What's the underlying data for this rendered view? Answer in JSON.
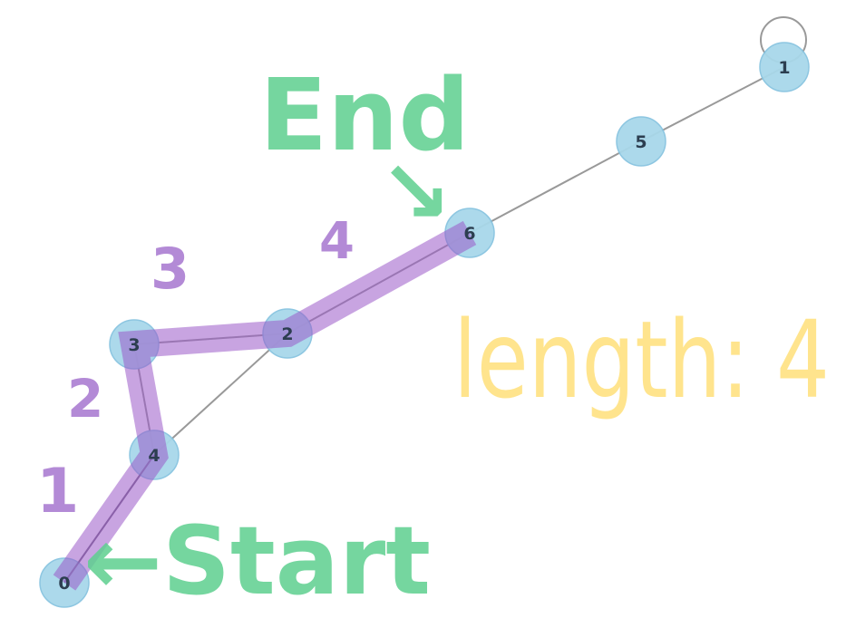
{
  "graph": {
    "nodes": [
      {
        "id": "0",
        "label": "0"
      },
      {
        "id": "4",
        "label": "4"
      },
      {
        "id": "3",
        "label": "3"
      },
      {
        "id": "2",
        "label": "2"
      },
      {
        "id": "6",
        "label": "6"
      },
      {
        "id": "5",
        "label": "5"
      },
      {
        "id": "1",
        "label": "1"
      }
    ],
    "edges": [
      [
        "0",
        "4"
      ],
      [
        "4",
        "3"
      ],
      [
        "3",
        "2"
      ],
      [
        "4",
        "2"
      ],
      [
        "2",
        "6"
      ],
      [
        "6",
        "5"
      ],
      [
        "5",
        "1"
      ],
      [
        "1",
        "1"
      ]
    ],
    "path": [
      "0",
      "4",
      "3",
      "2",
      "6"
    ],
    "colors": {
      "node_fill": "#a8d8ea",
      "node_stroke": "#87c4e0",
      "edge": "#999999",
      "path_highlight": "#b38ad6",
      "annotation_green": "#5ed08f",
      "annotation_yellow": "#ffe07a"
    }
  },
  "annotations": {
    "start": "←Start",
    "end": "End",
    "end_arrow": "↘",
    "length": "length: 4",
    "edge_numbers": [
      "1",
      "2",
      "3",
      "4"
    ]
  }
}
